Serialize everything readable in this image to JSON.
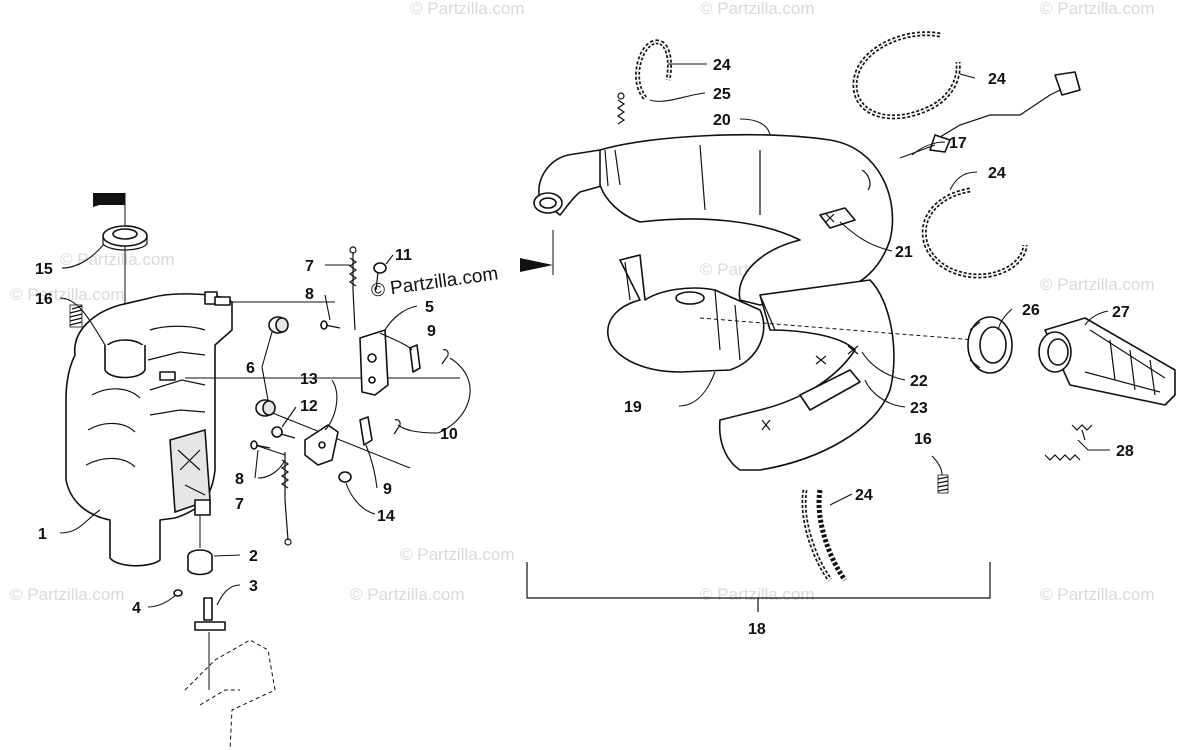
{
  "watermarks": {
    "text": "© Partzilla.com",
    "main": "© Partzilla.com"
  },
  "callouts": {
    "c1": "1",
    "c2": "2",
    "c3": "3",
    "c4": "4",
    "c5": "5",
    "c6": "6",
    "c7a": "7",
    "c7b": "7",
    "c8a": "8",
    "c8b": "8",
    "c9a": "9",
    "c9b": "9",
    "c10": "10",
    "c11": "11",
    "c12": "12",
    "c13": "13",
    "c14": "14",
    "c15": "15",
    "c16a": "16",
    "c16b": "16",
    "c17": "17",
    "c18": "18",
    "c19": "19",
    "c20": "20",
    "c21": "21",
    "c22": "22",
    "c23": "23",
    "c24a": "24",
    "c24b": "24",
    "c24c": "24",
    "c24d": "24",
    "c25": "25",
    "c26": "26",
    "c27": "27",
    "c28": "28"
  },
  "colors": {
    "line": "#111111",
    "watermark": "#d9d9d9",
    "background": "#ffffff"
  }
}
